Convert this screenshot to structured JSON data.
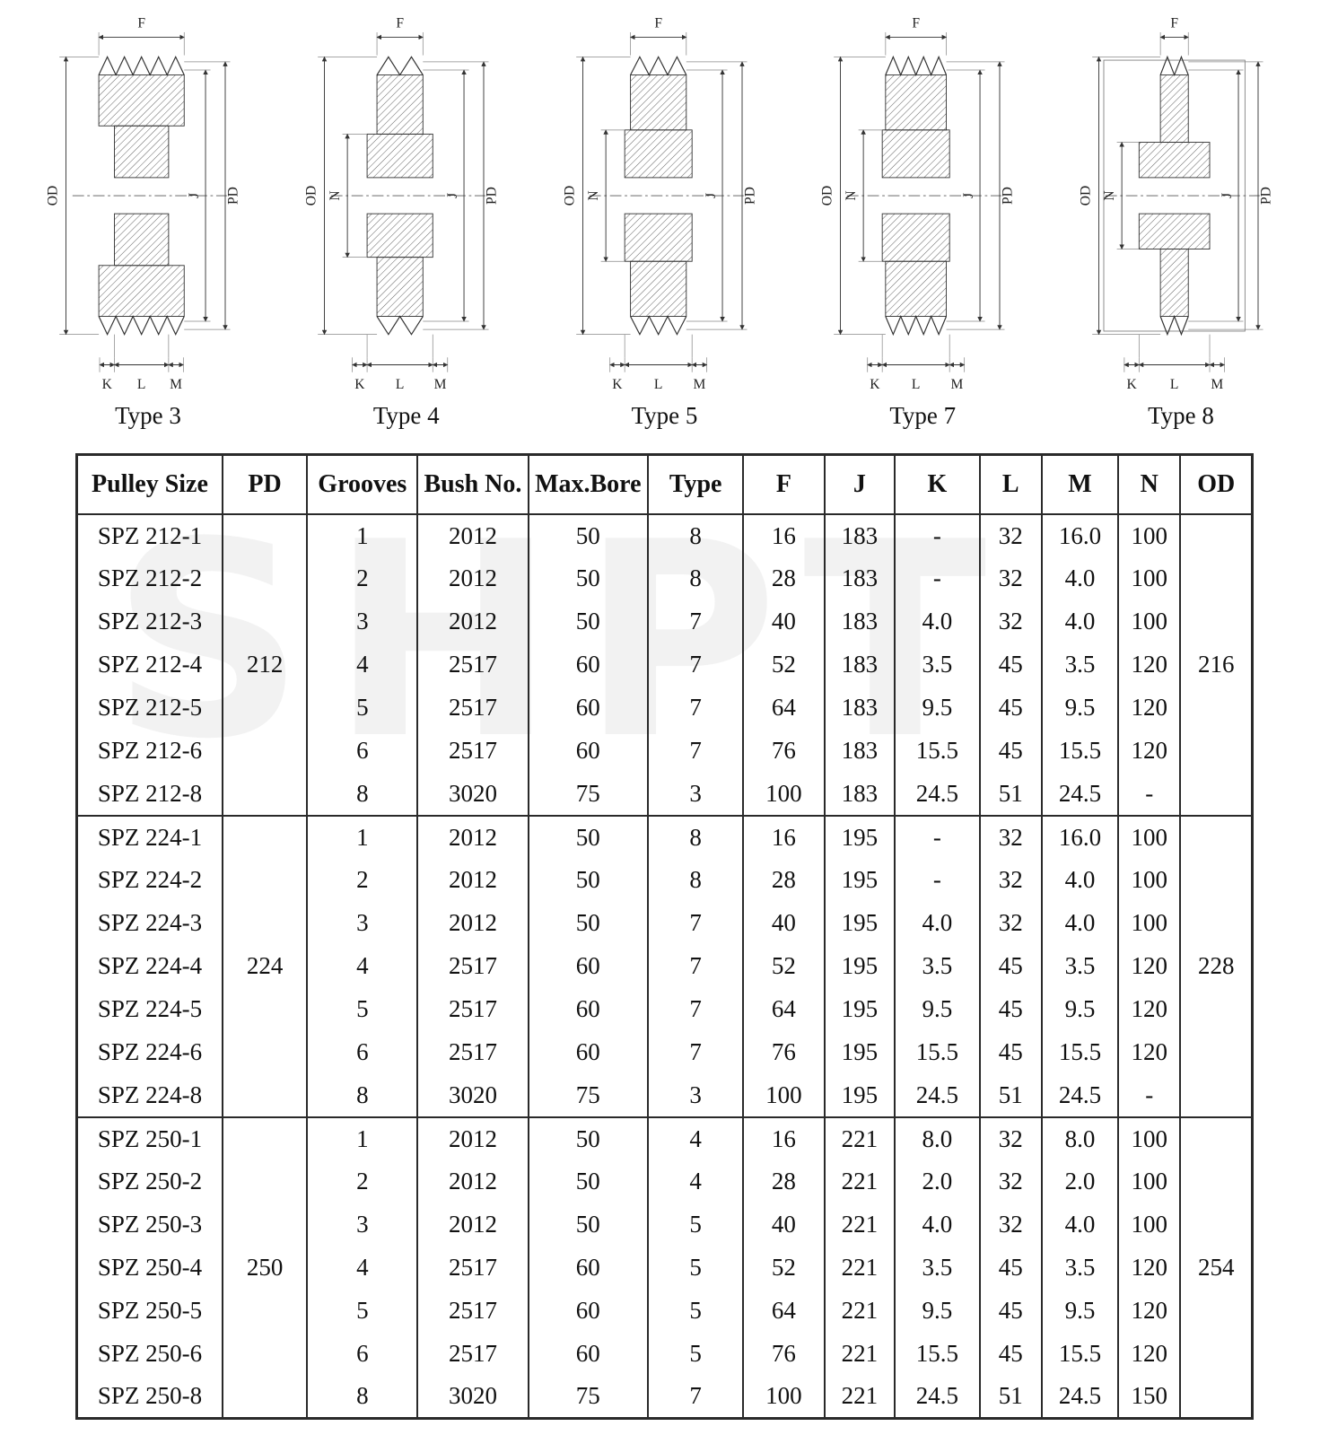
{
  "diagrams": {
    "items": [
      {
        "label": "Type 3",
        "dims": {
          "f": "F",
          "od": "OD",
          "j": "J",
          "pd": "PD",
          "k": "K",
          "l": "L",
          "m": "M"
        }
      },
      {
        "label": "Type 4",
        "dims": {
          "f": "F",
          "od": "OD",
          "n": "N",
          "j": "J",
          "pd": "PD",
          "k": "K",
          "l": "L",
          "m": "M"
        }
      },
      {
        "label": "Type 5",
        "dims": {
          "f": "F",
          "od": "OD",
          "n": "N",
          "j": "J",
          "pd": "PD",
          "k": "K",
          "l": "L",
          "m": "M"
        }
      },
      {
        "label": "Type 7",
        "dims": {
          "f": "F",
          "od": "OD",
          "n": "N",
          "j": "J",
          "pd": "PD",
          "k": "K",
          "l": "L",
          "m": "M"
        }
      },
      {
        "label": "Type 8",
        "dims": {
          "f": "F",
          "od": "OD",
          "n": "N",
          "j": "J",
          "pd": "PD",
          "k": "K",
          "l": "L",
          "m": "M"
        }
      }
    ]
  },
  "watermark": {
    "text": "SHPT"
  },
  "table": {
    "columns": [
      "Pulley Size",
      "PD",
      "Grooves",
      "Bush No.",
      "Max.Bore",
      "Type",
      "F",
      "J",
      "K",
      "L",
      "M",
      "N",
      "OD"
    ],
    "groups": [
      {
        "pd": "212",
        "od": "216",
        "rows": [
          {
            "size": "SPZ 212-1",
            "grooves": "1",
            "bush": "2012",
            "max_bore": "50",
            "type": "8",
            "f": "16",
            "j": "183",
            "k": "-",
            "l": "32",
            "m": "16.0",
            "n": "100"
          },
          {
            "size": "SPZ 212-2",
            "grooves": "2",
            "bush": "2012",
            "max_bore": "50",
            "type": "8",
            "f": "28",
            "j": "183",
            "k": "-",
            "l": "32",
            "m": "4.0",
            "n": "100"
          },
          {
            "size": "SPZ 212-3",
            "grooves": "3",
            "bush": "2012",
            "max_bore": "50",
            "type": "7",
            "f": "40",
            "j": "183",
            "k": "4.0",
            "l": "32",
            "m": "4.0",
            "n": "100"
          },
          {
            "size": "SPZ 212-4",
            "grooves": "4",
            "bush": "2517",
            "max_bore": "60",
            "type": "7",
            "f": "52",
            "j": "183",
            "k": "3.5",
            "l": "45",
            "m": "3.5",
            "n": "120"
          },
          {
            "size": "SPZ 212-5",
            "grooves": "5",
            "bush": "2517",
            "max_bore": "60",
            "type": "7",
            "f": "64",
            "j": "183",
            "k": "9.5",
            "l": "45",
            "m": "9.5",
            "n": "120"
          },
          {
            "size": "SPZ 212-6",
            "grooves": "6",
            "bush": "2517",
            "max_bore": "60",
            "type": "7",
            "f": "76",
            "j": "183",
            "k": "15.5",
            "l": "45",
            "m": "15.5",
            "n": "120"
          },
          {
            "size": "SPZ 212-8",
            "grooves": "8",
            "bush": "3020",
            "max_bore": "75",
            "type": "3",
            "f": "100",
            "j": "183",
            "k": "24.5",
            "l": "51",
            "m": "24.5",
            "n": "-"
          }
        ]
      },
      {
        "pd": "224",
        "od": "228",
        "rows": [
          {
            "size": "SPZ 224-1",
            "grooves": "1",
            "bush": "2012",
            "max_bore": "50",
            "type": "8",
            "f": "16",
            "j": "195",
            "k": "-",
            "l": "32",
            "m": "16.0",
            "n": "100"
          },
          {
            "size": "SPZ 224-2",
            "grooves": "2",
            "bush": "2012",
            "max_bore": "50",
            "type": "8",
            "f": "28",
            "j": "195",
            "k": "-",
            "l": "32",
            "m": "4.0",
            "n": "100"
          },
          {
            "size": "SPZ 224-3",
            "grooves": "3",
            "bush": "2012",
            "max_bore": "50",
            "type": "7",
            "f": "40",
            "j": "195",
            "k": "4.0",
            "l": "32",
            "m": "4.0",
            "n": "100"
          },
          {
            "size": "SPZ 224-4",
            "grooves": "4",
            "bush": "2517",
            "max_bore": "60",
            "type": "7",
            "f": "52",
            "j": "195",
            "k": "3.5",
            "l": "45",
            "m": "3.5",
            "n": "120"
          },
          {
            "size": "SPZ 224-5",
            "grooves": "5",
            "bush": "2517",
            "max_bore": "60",
            "type": "7",
            "f": "64",
            "j": "195",
            "k": "9.5",
            "l": "45",
            "m": "9.5",
            "n": "120"
          },
          {
            "size": "SPZ 224-6",
            "grooves": "6",
            "bush": "2517",
            "max_bore": "60",
            "type": "7",
            "f": "76",
            "j": "195",
            "k": "15.5",
            "l": "45",
            "m": "15.5",
            "n": "120"
          },
          {
            "size": "SPZ 224-8",
            "grooves": "8",
            "bush": "3020",
            "max_bore": "75",
            "type": "3",
            "f": "100",
            "j": "195",
            "k": "24.5",
            "l": "51",
            "m": "24.5",
            "n": "-"
          }
        ]
      },
      {
        "pd": "250",
        "od": "254",
        "rows": [
          {
            "size": "SPZ 250-1",
            "grooves": "1",
            "bush": "2012",
            "max_bore": "50",
            "type": "4",
            "f": "16",
            "j": "221",
            "k": "8.0",
            "l": "32",
            "m": "8.0",
            "n": "100"
          },
          {
            "size": "SPZ 250-2",
            "grooves": "2",
            "bush": "2012",
            "max_bore": "50",
            "type": "4",
            "f": "28",
            "j": "221",
            "k": "2.0",
            "l": "32",
            "m": "2.0",
            "n": "100"
          },
          {
            "size": "SPZ 250-3",
            "grooves": "3",
            "bush": "2012",
            "max_bore": "50",
            "type": "5",
            "f": "40",
            "j": "221",
            "k": "4.0",
            "l": "32",
            "m": "4.0",
            "n": "100"
          },
          {
            "size": "SPZ 250-4",
            "grooves": "4",
            "bush": "2517",
            "max_bore": "60",
            "type": "5",
            "f": "52",
            "j": "221",
            "k": "3.5",
            "l": "45",
            "m": "3.5",
            "n": "120"
          },
          {
            "size": "SPZ 250-5",
            "grooves": "5",
            "bush": "2517",
            "max_bore": "60",
            "type": "5",
            "f": "64",
            "j": "221",
            "k": "9.5",
            "l": "45",
            "m": "9.5",
            "n": "120"
          },
          {
            "size": "SPZ 250-6",
            "grooves": "6",
            "bush": "2517",
            "max_bore": "60",
            "type": "5",
            "f": "76",
            "j": "221",
            "k": "15.5",
            "l": "45",
            "m": "15.5",
            "n": "120"
          },
          {
            "size": "SPZ 250-8",
            "grooves": "8",
            "bush": "3020",
            "max_bore": "75",
            "type": "7",
            "f": "100",
            "j": "221",
            "k": "24.5",
            "l": "51",
            "m": "24.5",
            "n": "150"
          }
        ]
      }
    ]
  }
}
